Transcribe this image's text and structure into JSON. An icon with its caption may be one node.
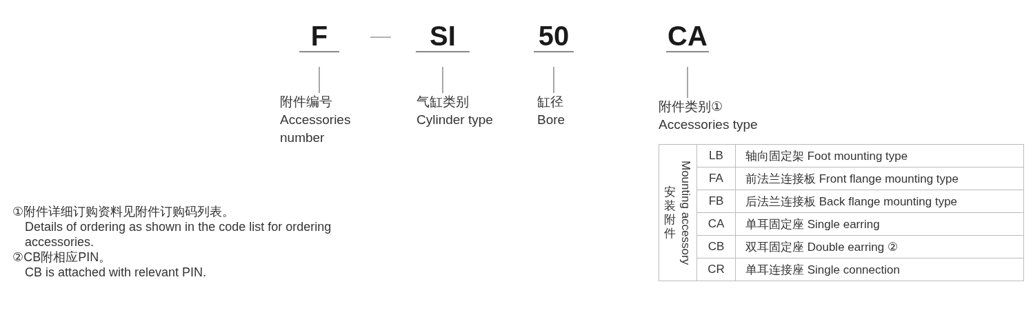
{
  "diagram": {
    "nodes": [
      {
        "text": [
          "F"
        ]
      },
      {
        "text": [
          "SI"
        ]
      },
      {
        "text": [
          "50"
        ]
      },
      {
        "text": [
          "CA"
        ]
      },
      {
        "text": [
          "附件编号",
          "Accessories number"
        ]
      },
      {
        "text": [
          "气缸类别",
          "Cylinder type"
        ]
      },
      {
        "text": [
          "缸径",
          "Bore"
        ]
      },
      {
        "text": [
          "附件类别①",
          "Accessories type"
        ]
      }
    ],
    "edges": [
      {
        "from": 0,
        "to": 4,
        "arrow": "none"
      },
      {
        "from": 1,
        "to": 5,
        "arrow": "none"
      },
      {
        "from": 2,
        "to": 6,
        "arrow": "none"
      },
      {
        "from": 3,
        "to": 7,
        "arrow": "none"
      }
    ],
    "labels": [
      "安装附件",
      "Mounting accessory",
      "LB",
      "轴向固定架 Foot mounting type",
      "FA",
      "前法兰连接板 Front flange mounting type",
      "FB",
      "后法兰连接板 Back flange mounting type",
      "CA",
      "单耳固定座 Single earring",
      "CB",
      "双耳固定座 Double earring ②",
      "CR",
      "单耳连接座 Single connection",
      "①附件详细订购资料见附件订购码列表。",
      "Details of ordering as shown in the code list for ordering accessories.",
      "②CB附相应PIN。",
      "CB is attached with relevant PIN."
    ]
  }
}
